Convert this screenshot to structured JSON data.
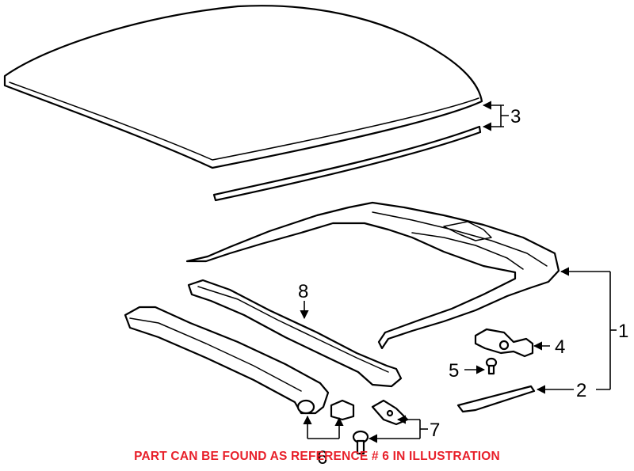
{
  "callouts": {
    "c1": "1",
    "c2": "2",
    "c3": "3",
    "c4": "4",
    "c5": "5",
    "c6": "6",
    "c7": "7",
    "c8": "8"
  },
  "notice": {
    "text": "PART CAN BE FOUND AS REFERENCE # 6 IN ILLUSTRATION",
    "color": "#e8202a"
  },
  "colors": {
    "line": "#000000",
    "background": "#ffffff"
  }
}
